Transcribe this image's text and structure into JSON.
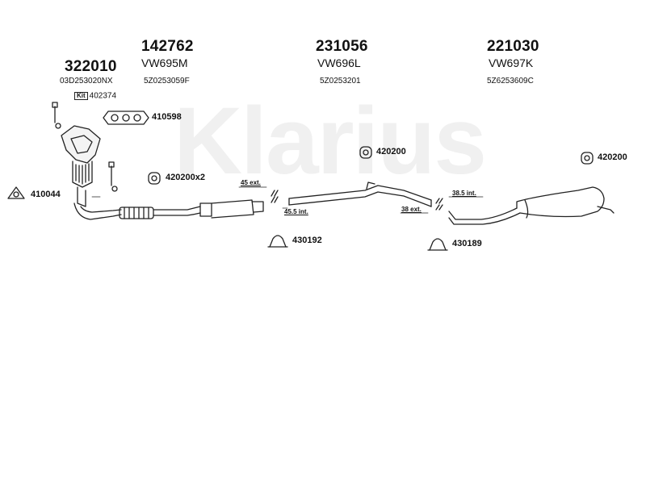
{
  "watermark": "Klarius",
  "sections": [
    {
      "part_no": "322010",
      "model": "",
      "ref": "03D253020NX"
    },
    {
      "part_no": "142762",
      "model": "VW695M",
      "ref": "5Z0253059F"
    },
    {
      "part_no": "231056",
      "model": "VW696L",
      "ref": "5Z0253201"
    },
    {
      "part_no": "221030",
      "model": "VW697K",
      "ref": "5Z6253609C"
    }
  ],
  "kit": {
    "badge": "Kit",
    "number": "402374"
  },
  "fittings": {
    "gasket": "410598",
    "ring": "410044",
    "mount_a": "420200x2",
    "mount_b": "420200",
    "mount_c": "420200",
    "clamp_a": "430192",
    "clamp_b": "430189"
  },
  "measurements": {
    "a_ext": "45 ext.",
    "a_int": "45.5 int.",
    "b_int": "38.5 int.",
    "b_ext": "38 ext."
  }
}
